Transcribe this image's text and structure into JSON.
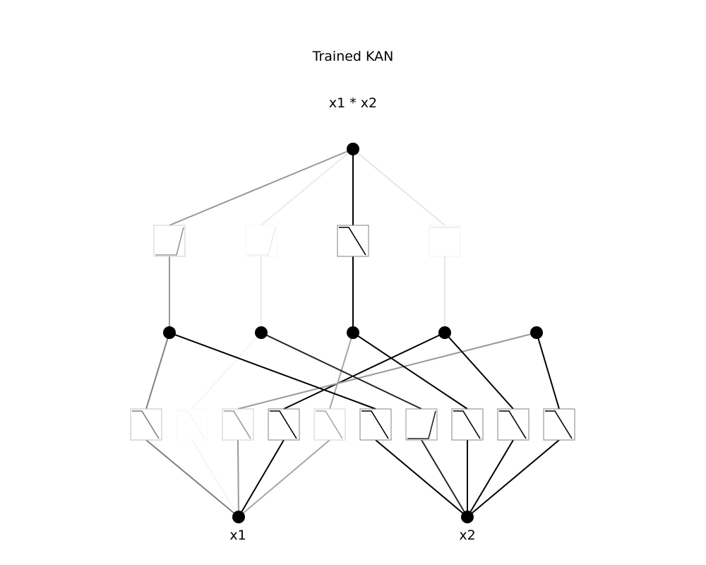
{
  "title": "Trained KAN",
  "subtitle": "x1 * x2",
  "inputs": [
    {
      "label": "x1"
    },
    {
      "label": "x2"
    }
  ],
  "hidden_layer": {
    "node_count": 5
  },
  "output_layer": {
    "node_count": 1
  },
  "layer1_edges": [
    {
      "from": "x1",
      "to": 1,
      "strength": 0.5,
      "shape": "down"
    },
    {
      "from": "x1",
      "to": 2,
      "strength": 0.04,
      "shape": "down"
    },
    {
      "from": "x1",
      "to": 3,
      "strength": 0.35,
      "shape": "down"
    },
    {
      "from": "x1",
      "to": 4,
      "strength": 1.0,
      "shape": "down"
    },
    {
      "from": "x1",
      "to": 5,
      "strength": 0.4,
      "shape": "down"
    },
    {
      "from": "x2",
      "to": 1,
      "strength": 1.0,
      "shape": "down"
    },
    {
      "from": "x2",
      "to": 2,
      "strength": 0.85,
      "shape": "up"
    },
    {
      "from": "x2",
      "to": 3,
      "strength": 1.0,
      "shape": "down"
    },
    {
      "from": "x2",
      "to": 4,
      "strength": 1.0,
      "shape": "down"
    },
    {
      "from": "x2",
      "to": 5,
      "strength": 1.0,
      "shape": "down"
    }
  ],
  "layer2_edges": [
    {
      "from": 1,
      "strength": 0.4,
      "shape": "up"
    },
    {
      "from": 2,
      "strength": 0.08,
      "shape": "up"
    },
    {
      "from": 3,
      "strength": 1.0,
      "shape": "down"
    },
    {
      "from": 4,
      "strength": 0.1,
      "shape": "flat"
    },
    {
      "from": 5,
      "strength": 0.0,
      "shape": "flat"
    }
  ],
  "colors": {
    "node": "#000000",
    "edge": "#000000",
    "background": "#ffffff"
  }
}
